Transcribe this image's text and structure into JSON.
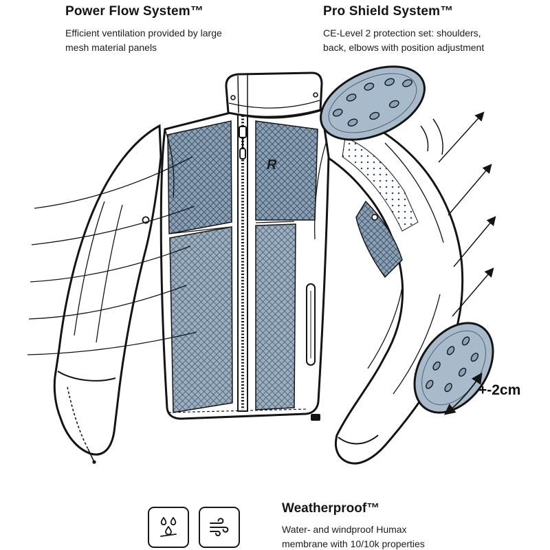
{
  "header": {
    "left": {
      "title": "Power Flow System™",
      "description": "Efficient ventilation provided by large mesh material panels"
    },
    "right": {
      "title": "Pro Shield System™",
      "description": "CE-Level 2 protection set: shoulders, back, elbows with position adjustment"
    }
  },
  "footer": {
    "title": "Weatherproof™",
    "description": "Water- and windproof Humax membrane with 10/10k properties",
    "icons": [
      {
        "name": "water-drops-icon"
      },
      {
        "name": "wind-icon"
      }
    ]
  },
  "illustration": {
    "tolerance_label": "+-2cm",
    "brand_mark": "R",
    "colors": {
      "mesh": "#8aa0b5",
      "mesh_line": "#3c5064",
      "mesh_light": "#9bafc1",
      "pad": "#a7bbcc",
      "outline": "#141414"
    },
    "left_callout_lines": 5,
    "right_arrows": 4
  }
}
